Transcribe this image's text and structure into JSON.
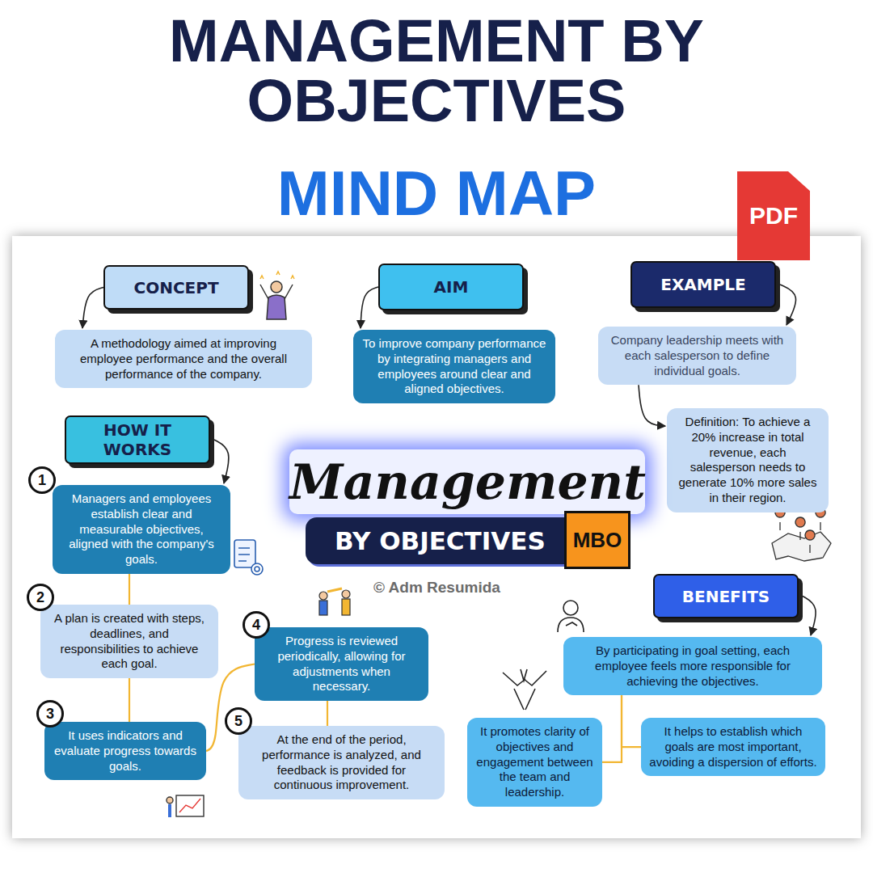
{
  "diagram": {
    "title": "MANAGEMENT BY OBJECTIVES",
    "nodes": [
      {
        "text": [
          "PDF"
        ]
      },
      {
        "text": [
          "CONCEPT"
        ]
      },
      {
        "text": [
          "A methodology aimed at improving employee performance and the overall performance of the company."
        ]
      },
      {
        "text": [
          "AIM"
        ]
      },
      {
        "text": [
          "To improve company performance by integrating managers and employees around clear and aligned objectives."
        ]
      },
      {
        "text": [
          "EXAMPLE"
        ]
      },
      {
        "text": [
          "Company leadership meets with each salesperson to define individual goals."
        ]
      },
      {
        "text": [
          "Definition: To achieve a 20% increase in total revenue, each salesperson needs to generate 10% more sales in their region."
        ]
      },
      {
        "text": [
          "HOW IT WORKS"
        ]
      },
      {
        "text": [
          "1"
        ]
      },
      {
        "text": [
          "Managers and employees establish clear and measurable objectives, aligned with the company's goals."
        ]
      },
      {
        "text": [
          "2"
        ]
      },
      {
        "text": [
          "A plan is created with steps, deadlines, and responsibilities to achieve each goal."
        ]
      },
      {
        "text": [
          "3"
        ]
      },
      {
        "text": [
          "It uses indicators and evaluate progress towards goals."
        ]
      },
      {
        "text": [
          "4"
        ]
      },
      {
        "text": [
          "Progress is reviewed periodically, allowing for adjustments when necessary."
        ]
      },
      {
        "text": [
          "5"
        ]
      },
      {
        "text": [
          "At the end of the period, performance is analyzed, and feedback is provided for continuous improvement."
        ]
      },
      {
        "text": [
          "Management"
        ]
      },
      {
        "text": [
          "BY OBJECTIVES"
        ],
        "in": 19
      },
      {
        "text": [
          "MBO"
        ],
        "in": 19
      },
      {
        "text": [
          "BENEFITS"
        ]
      },
      {
        "text": [
          "By participating in goal setting, each employee feels more responsible for achieving the objectives."
        ]
      },
      {
        "text": [
          "It promotes clarity of objectives and engagement between the team and leadership."
        ]
      },
      {
        "text": [
          "It helps to establish which goals are most important, avoiding a dispersion of efforts."
        ]
      }
    ],
    "edges": [
      {
        "from": 1,
        "to": 2,
        "arrow": "to"
      },
      {
        "from": 3,
        "to": 4,
        "arrow": "to"
      },
      {
        "from": 5,
        "to": 6,
        "arrow": "to"
      },
      {
        "from": 6,
        "to": 7,
        "arrow": "to"
      },
      {
        "from": 8,
        "to": 10,
        "arrow": "to"
      },
      {
        "from": 10,
        "to": 12,
        "arrow": "none"
      },
      {
        "from": 12,
        "to": 14,
        "arrow": "none"
      },
      {
        "from": 14,
        "to": 16,
        "arrow": "none"
      },
      {
        "from": 16,
        "to": 18,
        "arrow": "none"
      },
      {
        "from": 22,
        "to": 23,
        "arrow": "to"
      },
      {
        "from": 23,
        "to": 24,
        "arrow": "none"
      },
      {
        "from": 23,
        "to": 25,
        "arrow": "none"
      }
    ],
    "labels": [
      "MIND MAP",
      "© Adm Resumida"
    ]
  }
}
